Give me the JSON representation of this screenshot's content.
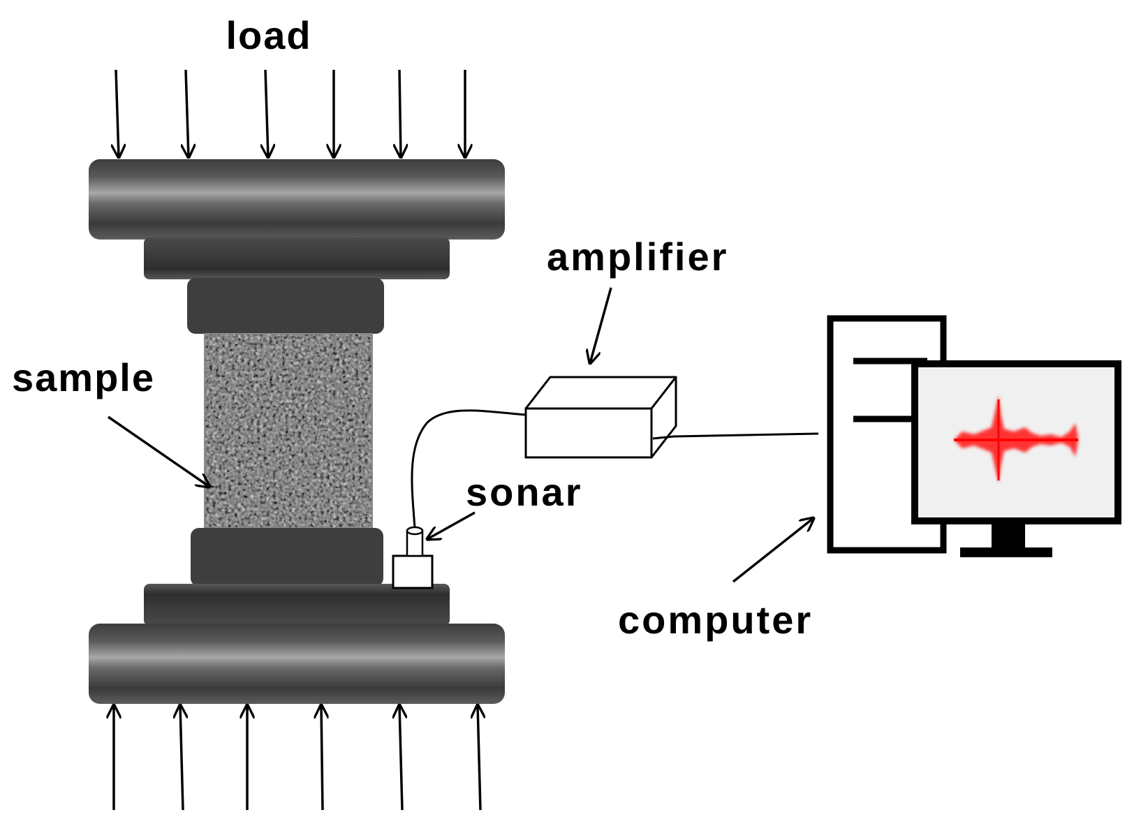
{
  "labels": {
    "load": "load",
    "sample": "sample",
    "amplifier": "amplifier",
    "sonar": "sonar",
    "computer": "computer"
  },
  "colors": {
    "platen_dark": "#3a3a3a",
    "platen_light": "#9a9a9a",
    "sample_fill": "#6e6e6e",
    "line": "#000000",
    "screen_bg": "#f0f0f0",
    "signal": "#ff1a1a",
    "background": "#ffffff"
  },
  "icons": {
    "load_arrows": "arrow-down-icon",
    "reaction_arrows": "arrow-up-icon",
    "amplifier": "box-3d-icon",
    "sonar": "sensor-cylinder-icon",
    "computer": "desktop-computer-icon",
    "signal": "waveform-icon"
  }
}
